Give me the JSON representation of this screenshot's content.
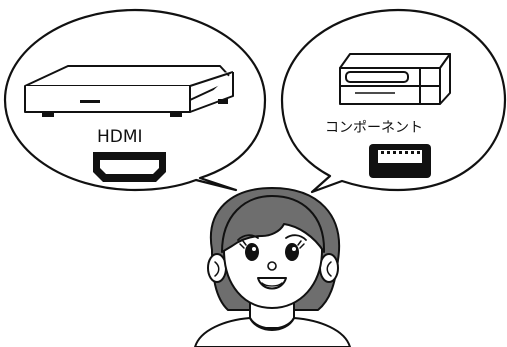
{
  "labels": {
    "hdmi": "HDMI",
    "component": "コンポーネント"
  },
  "icons": {
    "left_bubble": "speech-bubble-hdmi",
    "right_bubble": "speech-bubble-component",
    "left_device": "hdmi-player-device-icon",
    "right_device": "component-video-deck-icon",
    "hdmi_port": "hdmi-connector-icon",
    "component_port": "component-connector-icon",
    "character": "woman-face-illustration"
  },
  "colors": {
    "stroke": "#111111",
    "fill": "#ffffff",
    "connector": "#111111"
  }
}
